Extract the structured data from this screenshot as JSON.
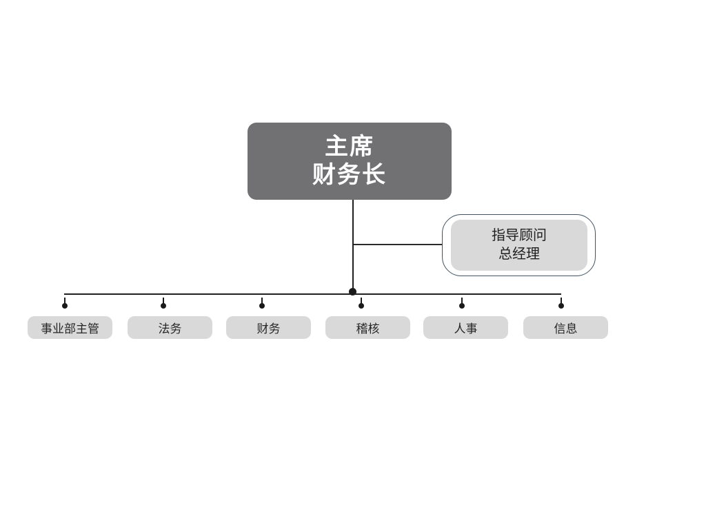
{
  "diagram": {
    "type": "org-chart",
    "root": {
      "lines": [
        "主席",
        "财务长"
      ]
    },
    "advisor": {
      "lines": [
        "指导顾问",
        "总经理"
      ]
    },
    "departments": [
      {
        "label": "事业部主管"
      },
      {
        "label": "法务"
      },
      {
        "label": "财务"
      },
      {
        "label": "稽核"
      },
      {
        "label": "人事"
      },
      {
        "label": "信息"
      }
    ],
    "colors": {
      "background": "#ffffff",
      "root_fill": "#717174",
      "root_text": "#ffffff",
      "node_fill": "#d9d9d9",
      "node_text": "#262626",
      "connector_line": "#1f1f1f",
      "advisor_outline": "#425060"
    }
  }
}
